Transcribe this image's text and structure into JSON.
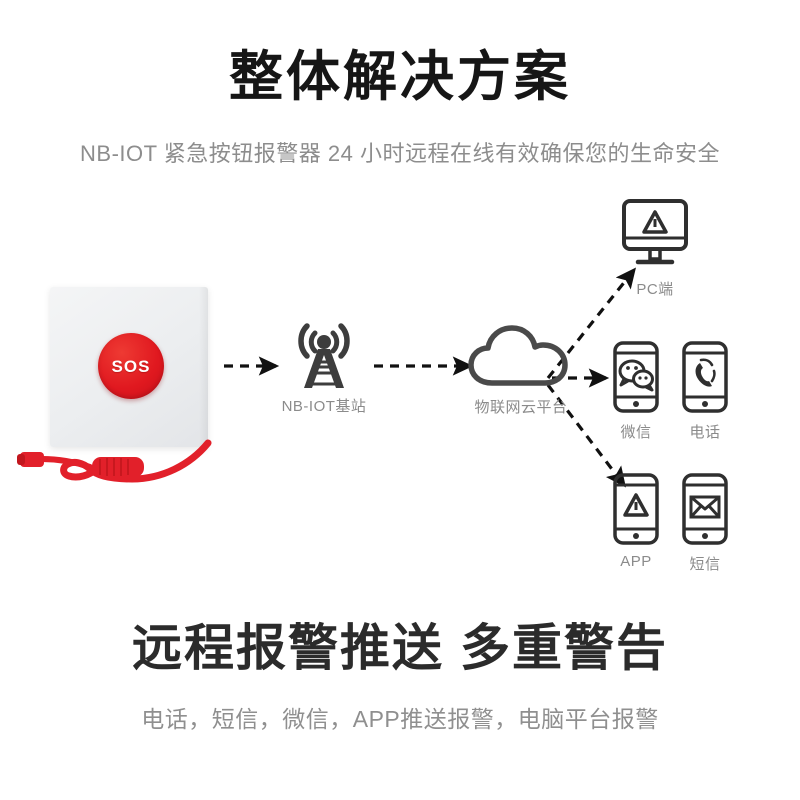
{
  "page": {
    "background": "#ffffff",
    "accent_red": "#e0181f",
    "icon_gray": "#3a3a3a",
    "label_gray": "#8b8b8b"
  },
  "header": {
    "title": "整体解决方案",
    "subtitle": "NB-IOT 紧急按钮报警器 24 小时远程在线有效确保您的生命安全"
  },
  "diagram": {
    "device": {
      "name": "sos-emergency-button",
      "button_label": "SOS",
      "button_color": "#e0181f",
      "panel_color": "#eceef0",
      "cord_color": "#e2202a"
    },
    "nodes": [
      {
        "id": "tower",
        "label": "NB-IOT基站",
        "icon": "cell-tower-icon"
      },
      {
        "id": "cloud",
        "label": "物联网云平台",
        "icon": "cloud-icon"
      },
      {
        "id": "pc",
        "label": "PC端",
        "icon": "desktop-monitor-alert-icon"
      },
      {
        "id": "wechat",
        "label": "微信",
        "icon": "wechat-phone-icon"
      },
      {
        "id": "phone",
        "label": "电话",
        "icon": "phone-call-icon"
      },
      {
        "id": "app",
        "label": "APP",
        "icon": "app-phone-alert-icon"
      },
      {
        "id": "sms",
        "label": "短信",
        "icon": "sms-envelope-phone-icon"
      }
    ],
    "connector_style": "dashed-arrow"
  },
  "footer": {
    "headline": "远程报警推送 多重警告",
    "subtitle": "电话，短信，微信，APP推送报警，电脑平台报警"
  }
}
